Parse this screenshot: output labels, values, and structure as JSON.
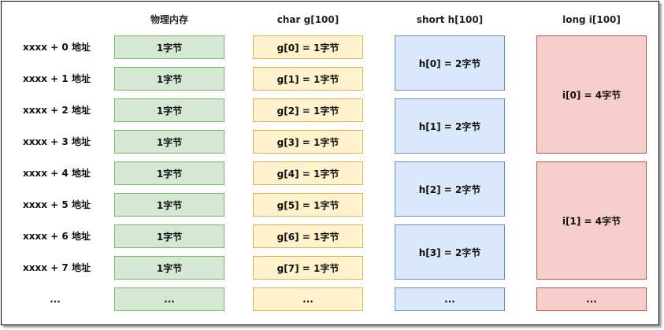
{
  "headers": {
    "physical": "物理内存",
    "char": "char g[100]",
    "short": "short h[100]",
    "long": "long i[100]"
  },
  "addresses": [
    "xxxx + 0  地址",
    "xxxx + 1  地址",
    "xxxx + 2  地址",
    "xxxx + 3  地址",
    "xxxx + 4  地址",
    "xxxx + 5  地址",
    "xxxx + 6  地址",
    "xxxx + 7  地址",
    "..."
  ],
  "physical_cells": [
    "1字节",
    "1字节",
    "1字节",
    "1字节",
    "1字节",
    "1字节",
    "1字节",
    "1字节",
    "..."
  ],
  "char_cells": [
    "g[0] = 1字节",
    "g[1] = 1字节",
    "g[2] = 1字节",
    "g[3] = 1字节",
    "g[4] = 1字节",
    "g[5] = 1字节",
    "g[6] = 1字节",
    "g[7] = 1字节",
    "..."
  ],
  "short_cells": [
    "h[0] = 2字节",
    "h[1] = 2字节",
    "h[2] = 2字节",
    "h[3] = 2字节",
    "..."
  ],
  "long_cells": [
    "i[0] = 4字节",
    "i[1] = 4字节",
    "..."
  ],
  "colors": {
    "physical_fill": "#d5e8d4",
    "physical_stroke": "#82b366",
    "char_fill": "#fff2cc",
    "char_stroke": "#d6b656",
    "short_fill": "#dae8fc",
    "short_stroke": "#6c8ebf",
    "long_fill": "#f8cecc",
    "long_stroke": "#b85450"
  }
}
